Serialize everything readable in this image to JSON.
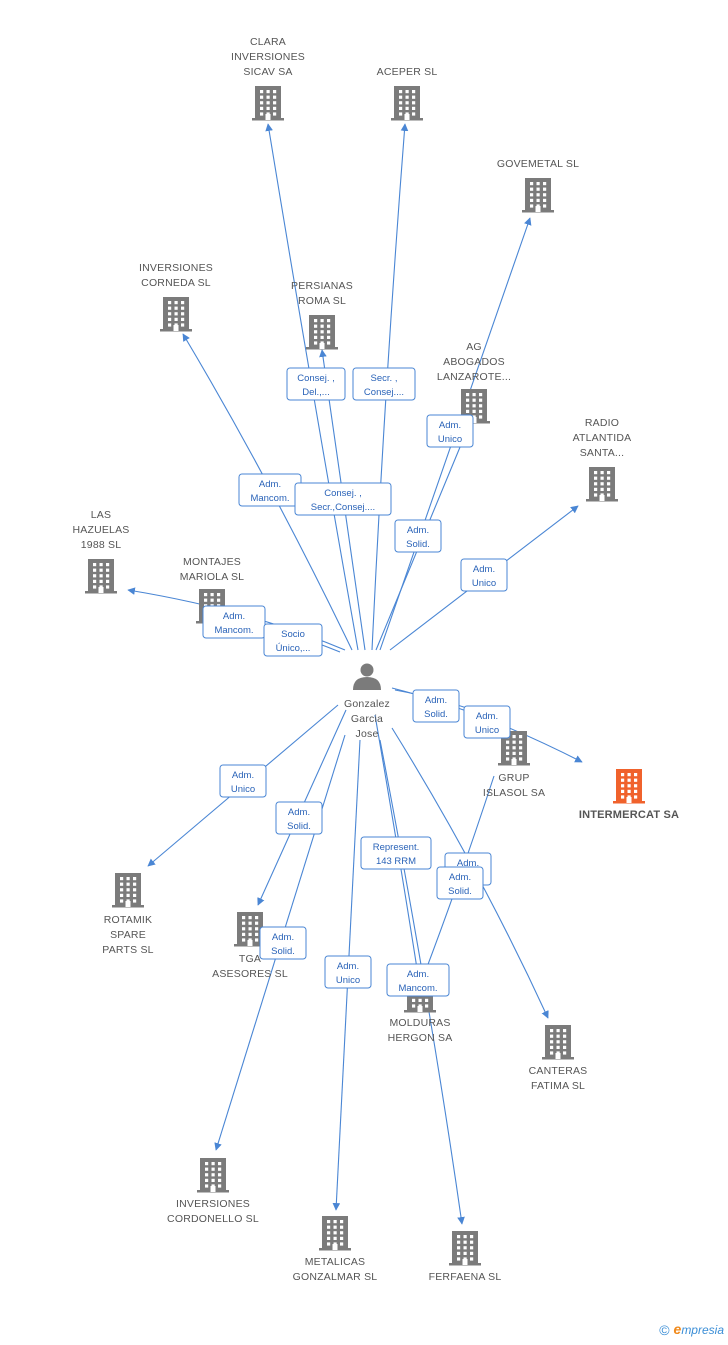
{
  "colors": {
    "edge": "#4a86d4",
    "node": "#7b7b7b",
    "focus": "#f0622c",
    "label": "#555555"
  },
  "center": {
    "lines": [
      "Gonzalez",
      "Garcia",
      "Jose"
    ],
    "icon": "person-icon"
  },
  "nodes": [
    {
      "id": "clara",
      "lines": [
        "CLARA",
        "INVERSIONES",
        "SICAV SA"
      ]
    },
    {
      "id": "aceper",
      "lines": [
        "ACEPER SL"
      ]
    },
    {
      "id": "govemetal",
      "lines": [
        "GOVEMETAL SL"
      ]
    },
    {
      "id": "corneda",
      "lines": [
        "INVERSIONES",
        "CORNEDA SL"
      ]
    },
    {
      "id": "persianas",
      "lines": [
        "PERSIANAS",
        "ROMA SL"
      ]
    },
    {
      "id": "ag",
      "lines": [
        "AG",
        "ABOGADOS",
        "LANZAROTE..."
      ]
    },
    {
      "id": "radio",
      "lines": [
        "RADIO",
        "ATLANTIDA",
        "SANTA..."
      ]
    },
    {
      "id": "hazuelas",
      "lines": [
        "LAS",
        "HAZUELAS",
        "1988 SL"
      ]
    },
    {
      "id": "montajes",
      "lines": [
        "MONTAJES",
        "MARIOLA  SL"
      ]
    },
    {
      "id": "intermercat",
      "lines": [
        "INTERMERCAT SA"
      ],
      "focus": true
    },
    {
      "id": "islasol",
      "lines": [
        "GRUP",
        "ISLASOL SA"
      ]
    },
    {
      "id": "rotamik",
      "lines": [
        "ROTAMIK",
        "SPARE",
        "PARTS SL"
      ]
    },
    {
      "id": "tga",
      "lines": [
        "TGA",
        "ASESORES SL"
      ]
    },
    {
      "id": "molduras",
      "lines": [
        "MOLDURAS",
        "HERGON SA"
      ]
    },
    {
      "id": "canteras",
      "lines": [
        "CANTERAS",
        "FATIMA SL"
      ]
    },
    {
      "id": "cordonello",
      "lines": [
        "INVERSIONES",
        "CORDONELLO SL"
      ]
    },
    {
      "id": "metalicas",
      "lines": [
        "METALICAS",
        "GONZALMAR SL"
      ]
    },
    {
      "id": "ferfaena",
      "lines": [
        "FERFAENA SL"
      ]
    }
  ],
  "edges": [
    {
      "to": "clara"
    },
    {
      "to": "aceper"
    },
    {
      "to": "govemetal"
    },
    {
      "to": "corneda"
    },
    {
      "to": "persianas"
    },
    {
      "to": "ag"
    },
    {
      "to": "radio"
    },
    {
      "to": "hazuelas"
    },
    {
      "to": "montajes"
    },
    {
      "to": "intermercat"
    },
    {
      "to": "islasol"
    },
    {
      "to": "rotamik"
    },
    {
      "to": "tga"
    },
    {
      "to": "molduras"
    },
    {
      "to": "canteras"
    },
    {
      "to": "cordonello"
    },
    {
      "to": "metalicas"
    },
    {
      "to": "ferfaena"
    },
    {
      "from": "islasol",
      "to": "molduras"
    }
  ],
  "edge_labels": [
    {
      "lines": [
        "Consej. ,",
        "Del.,..."
      ]
    },
    {
      "lines": [
        "Secr. ,",
        "Consej...."
      ]
    },
    {
      "lines": [
        "Adm.",
        "Unico"
      ]
    },
    {
      "lines": [
        "Adm.",
        "Mancom."
      ]
    },
    {
      "lines": [
        "Consej. ,",
        "Secr.,Consej...."
      ]
    },
    {
      "lines": [
        "Adm.",
        "Solid."
      ]
    },
    {
      "lines": [
        "Adm.",
        "Unico"
      ]
    },
    {
      "lines": [
        "Adm.",
        "Mancom."
      ]
    },
    {
      "lines": [
        "Socio",
        "Único,..."
      ]
    },
    {
      "lines": [
        "Adm.",
        "Solid."
      ]
    },
    {
      "lines": [
        "Adm.",
        "Unico"
      ]
    },
    {
      "lines": [
        "Adm.",
        "Unico"
      ]
    },
    {
      "lines": [
        "Adm.",
        "Solid."
      ]
    },
    {
      "lines": [
        "Represent.",
        "143 RRM"
      ]
    },
    {
      "lines": [
        "Adm.",
        "Solid."
      ]
    },
    {
      "lines": [
        "Adm.",
        "Solid."
      ]
    },
    {
      "lines": [
        "Adm.",
        "Solid."
      ]
    },
    {
      "lines": [
        "Adm.",
        "Unico"
      ]
    },
    {
      "lines": [
        "Adm.",
        "Mancom."
      ]
    }
  ],
  "footer": {
    "copyright": "©",
    "brand_e": "e",
    "brand_rest": "mpresia"
  }
}
